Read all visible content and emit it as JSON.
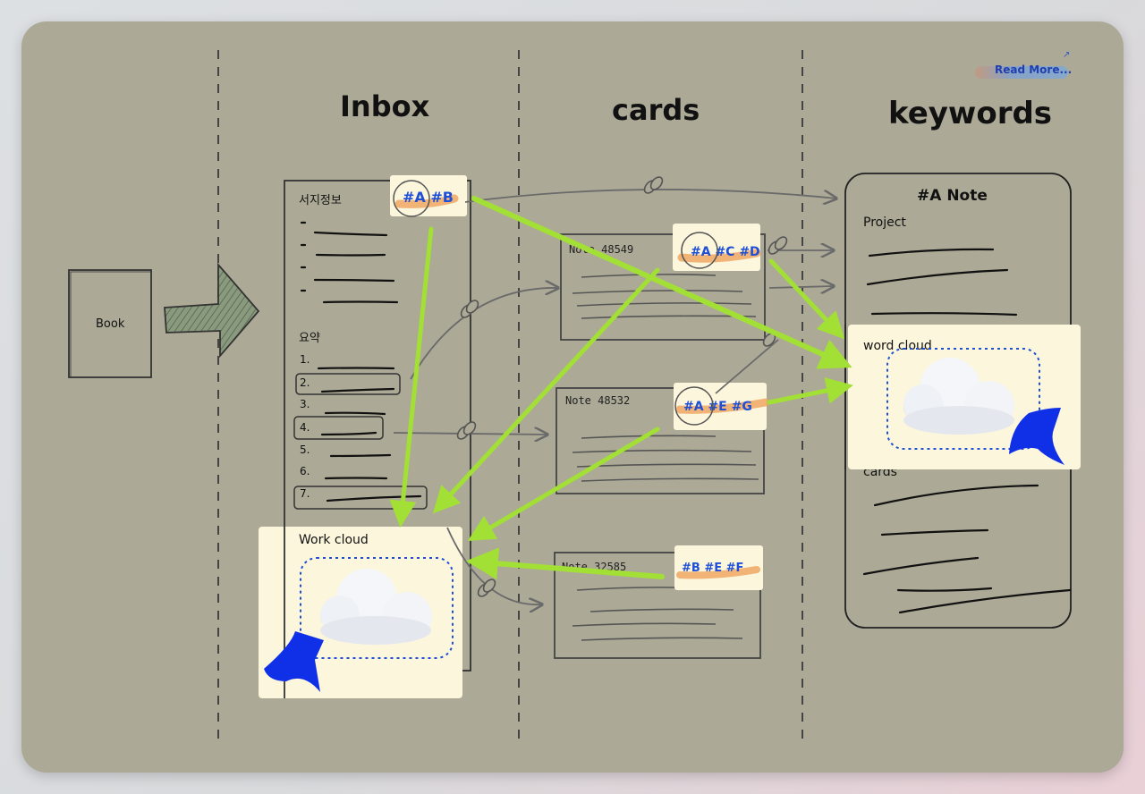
{
  "columns": {
    "inbox": "Inbox",
    "cards": "cards",
    "keywords": "keywords"
  },
  "book": {
    "label": "Book"
  },
  "read_more": {
    "label": "Read More...",
    "icon": "external-link-icon"
  },
  "inbox_card": {
    "heading_bibliographic": "서지정보",
    "heading_summary": "요약",
    "numbers": [
      "1.",
      "2.",
      "3.",
      "4.",
      "5.",
      "6.",
      "7."
    ],
    "tags": "#A #B"
  },
  "work_cloud": {
    "label": "Work cloud",
    "icon": "cloud-icon"
  },
  "word_cloud": {
    "label": "word cloud",
    "icon": "cloud-icon"
  },
  "notes": [
    {
      "title": "Note 48549",
      "tags": "#A #C #D"
    },
    {
      "title": "Note 48532",
      "tags": "#A #E #G"
    },
    {
      "title": "Note 32585",
      "tags": "#B #E #F"
    }
  ],
  "keyword_panel": {
    "title": "#A Note",
    "project": "Project",
    "cards": "cards"
  },
  "colors": {
    "background": "#aca996",
    "arrow_green": "#a3e035",
    "highlight_box": "#fbf6dc",
    "tag_blue": "#1f4fd6",
    "cursor_blue": "#1030e8"
  }
}
